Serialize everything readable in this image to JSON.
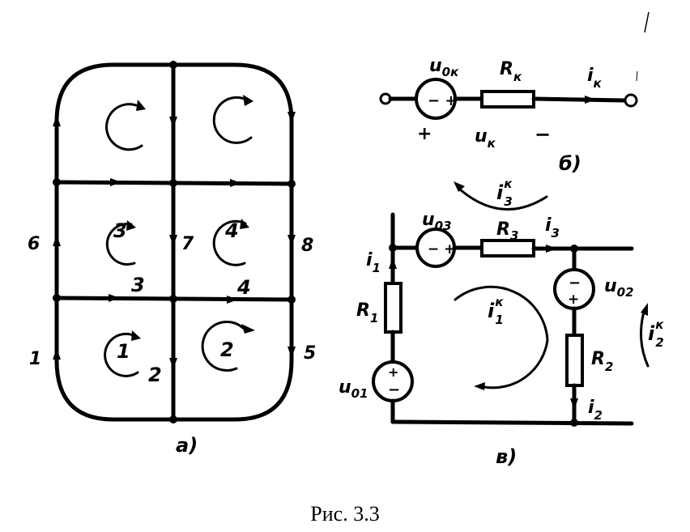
{
  "figure": {
    "caption": "Рис. 3.3",
    "colors": {
      "ink": "#000000",
      "paper": "#ffffff"
    }
  },
  "panel_a": {
    "label": "а)",
    "branch_labels": [
      "1",
      "2",
      "3",
      "4",
      "5",
      "6",
      "7",
      "8"
    ],
    "loop_labels": [
      "1",
      "2",
      "3",
      "4",
      "",
      ""
    ],
    "loop_direction": "clockwise"
  },
  "panel_b": {
    "label": "б)",
    "source_label": "u",
    "source_sub": "0к",
    "resistor_label": "R",
    "resistor_sub": "к",
    "current_label": "i",
    "current_sub": "к",
    "voltage_label": "u",
    "voltage_sub": "к",
    "plus_sign": "+",
    "minus_sign": "−",
    "source_polarity": "− +"
  },
  "panel_c": {
    "label": "в)",
    "sources": [
      {
        "name": "u",
        "sub": "01"
      },
      {
        "name": "u",
        "sub": "02"
      },
      {
        "name": "u",
        "sub": "03"
      }
    ],
    "resistors": [
      {
        "name": "R",
        "sub": "1"
      },
      {
        "name": "R",
        "sub": "2"
      },
      {
        "name": "R",
        "sub": "3"
      }
    ],
    "currents": [
      {
        "name": "i",
        "sub": "1"
      },
      {
        "name": "i",
        "sub": "2"
      },
      {
        "name": "i",
        "sub": "3"
      }
    ],
    "loop_currents": [
      {
        "name": "i",
        "sub": "1",
        "sup": "к"
      },
      {
        "name": "i",
        "sub": "2",
        "sup": "к"
      },
      {
        "name": "i",
        "sub": "3",
        "sup": "к"
      }
    ],
    "plus_sign": "+",
    "minus_sign": "−"
  }
}
